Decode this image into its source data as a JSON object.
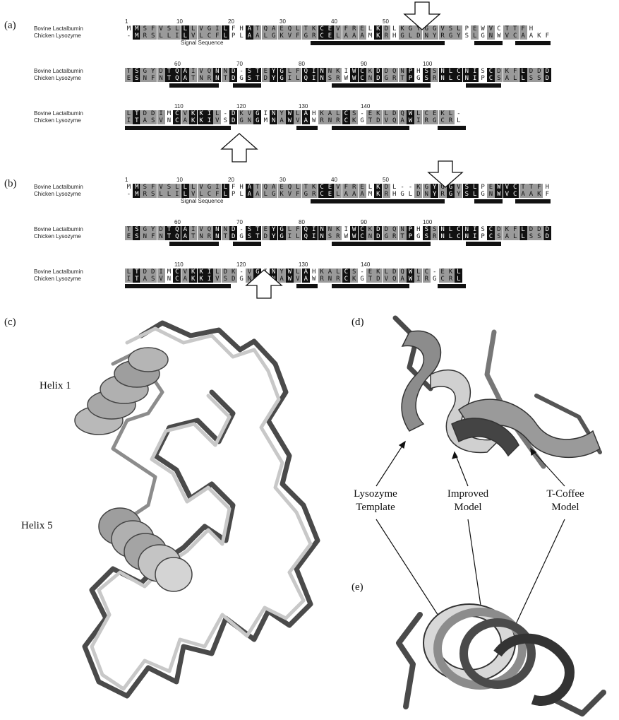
{
  "panels": {
    "a": "(a)",
    "b": "(b)",
    "c": "(c)",
    "d": "(d)",
    "e": "(e)"
  },
  "sequence_names": [
    "Bovine Lactalbumin",
    "Chicken Lysozyme"
  ],
  "signal_label": "Signal Sequence",
  "residue_numbers": {
    "row1": [
      "1",
      "10",
      "20",
      "30",
      "40",
      "50"
    ],
    "row2": [
      "60",
      "70",
      "80",
      "90",
      "100"
    ],
    "row3": [
      "110",
      "120",
      "130",
      "140"
    ]
  },
  "alignment_a": {
    "row1": {
      "lac": "MMSFVSLLLVGILFHATQAEQLTKCEVFRELKDLKGYGGVSLPEWVCTTFH",
      "lys": "-MRSLLILVLCFLPLAALGKVFGRCELAAAMKRHGLDNYRGYSLGNWVCAAKF"
    },
    "row2": {
      "lac": "TSGYDTQAIVQNND-STEYGLFQINNKIWCKDDQNPHSSNLCNISCDKFLDDD",
      "lys": "ESNFNTQATNRNTDGSTDYGILQINSRWWCNDGRTPGSRNLCNIPCSALLSSD"
    },
    "row3": {
      "lac": "LTDDIMCVKKIL-DKVGINYWLAHKALCS-EKLDQWLCEKL-",
      "lys": "ITASVNCAKKIVSDGNGMNAWVAWRNRCKGTDVQAWIRGCRL"
    }
  },
  "alignment_b": {
    "row1": {
      "lac": "MMSFVSLLLVGILFHATQAEQLTKCEVFRELKDL--KGYGGVSLPEWVCTTFH",
      "lys": "-MRSLLILVLCFLPLAALGKVFGRCELAAAMKRHGLDNYRGYSLGNWVCAAKF"
    },
    "row2": {
      "lac": "TSGYDTQAIVQNND-STEYGLFQINNKIWCKDDQNPHSSNLCNISCDKFLDDD",
      "lys": "ESNFNTQATNRNTDGSTDYGILQINSRWWCNDGRTPGSRNLCNIPCSALLSSD"
    },
    "row3": {
      "lac": "LTDDIMCVKKILDK-VGINYWLAHKALCS-EKLDQWLC-EKL",
      "lys": "ITASVNCAKKIVSDGNGMNAWVAWRNRCKGTDVQAWIRGCRL"
    }
  },
  "structure_labels": {
    "helix1": "Helix 1",
    "helix5": "Helix 5",
    "lysozyme_template": [
      "Lysozyme",
      "Template"
    ],
    "improved_model": [
      "Improved",
      "Model"
    ],
    "tcoffee_model": [
      "T-Coffee",
      "Model"
    ]
  },
  "colors": {
    "black_box": "#111111",
    "grey_box": "#9a9a9a",
    "dark_ribbon": "#4a4a4a",
    "mid_ribbon": "#8c8c8c",
    "light_ribbon": "#c8c8c8"
  }
}
